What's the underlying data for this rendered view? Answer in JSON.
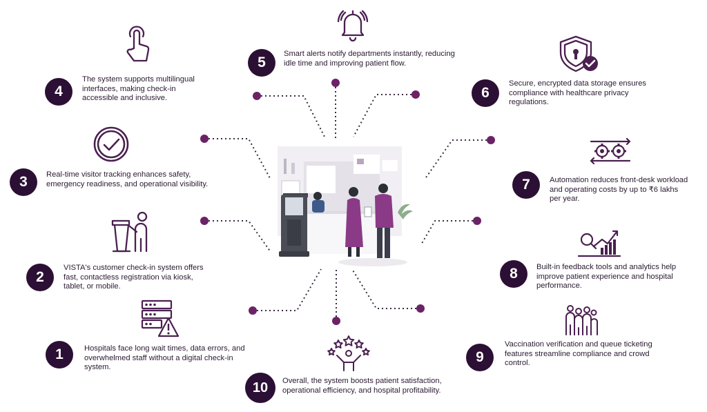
{
  "accent_color": "#2c0f34",
  "dot_color": "#6b2266",
  "items": [
    {
      "number": "1",
      "text": "Hospitals face long wait times, data errors, and overwhelmed staff without a digital check-in system.",
      "icon": "server-warning-icon"
    },
    {
      "number": "2",
      "text": "VISTA's customer check-in system offers fast, contactless registration via kiosk, tablet, or mobile.",
      "icon": "kiosk-user-icon"
    },
    {
      "number": "3",
      "text": "Real-time visitor tracking enhances safety, emergency readiness, and operational visibility.",
      "icon": "clock-check-icon"
    },
    {
      "number": "4",
      "text": "The system supports multilingual interfaces, making check-in accessible and inclusive.",
      "icon": "touch-hand-icon"
    },
    {
      "number": "5",
      "text": "Smart alerts notify departments instantly, reducing idle time and improving patient flow.",
      "icon": "bell-alert-icon"
    },
    {
      "number": "6",
      "text": "Secure, encrypted data storage ensures compliance with healthcare privacy regulations.",
      "icon": "shield-lock-icon"
    },
    {
      "number": "7",
      "text": "Automation reduces front-desk workload and operating costs by up to ₹6 lakhs per year.",
      "icon": "gears-automation-icon"
    },
    {
      "number": "8",
      "text": "Built-in feedback tools and analytics help improve patient experience and hospital performance.",
      "icon": "analytics-chart-icon"
    },
    {
      "number": "9",
      "text": "Vaccination verification and queue ticketing features streamline compliance and crowd control.",
      "icon": "queue-people-icon"
    },
    {
      "number": "10",
      "text": "Overall, the system boosts patient satisfaction, operational efficiency, and hospital profitability.",
      "icon": "stars-person-icon"
    }
  ],
  "center_illustration": "hospital-reception-kiosk-illustration"
}
